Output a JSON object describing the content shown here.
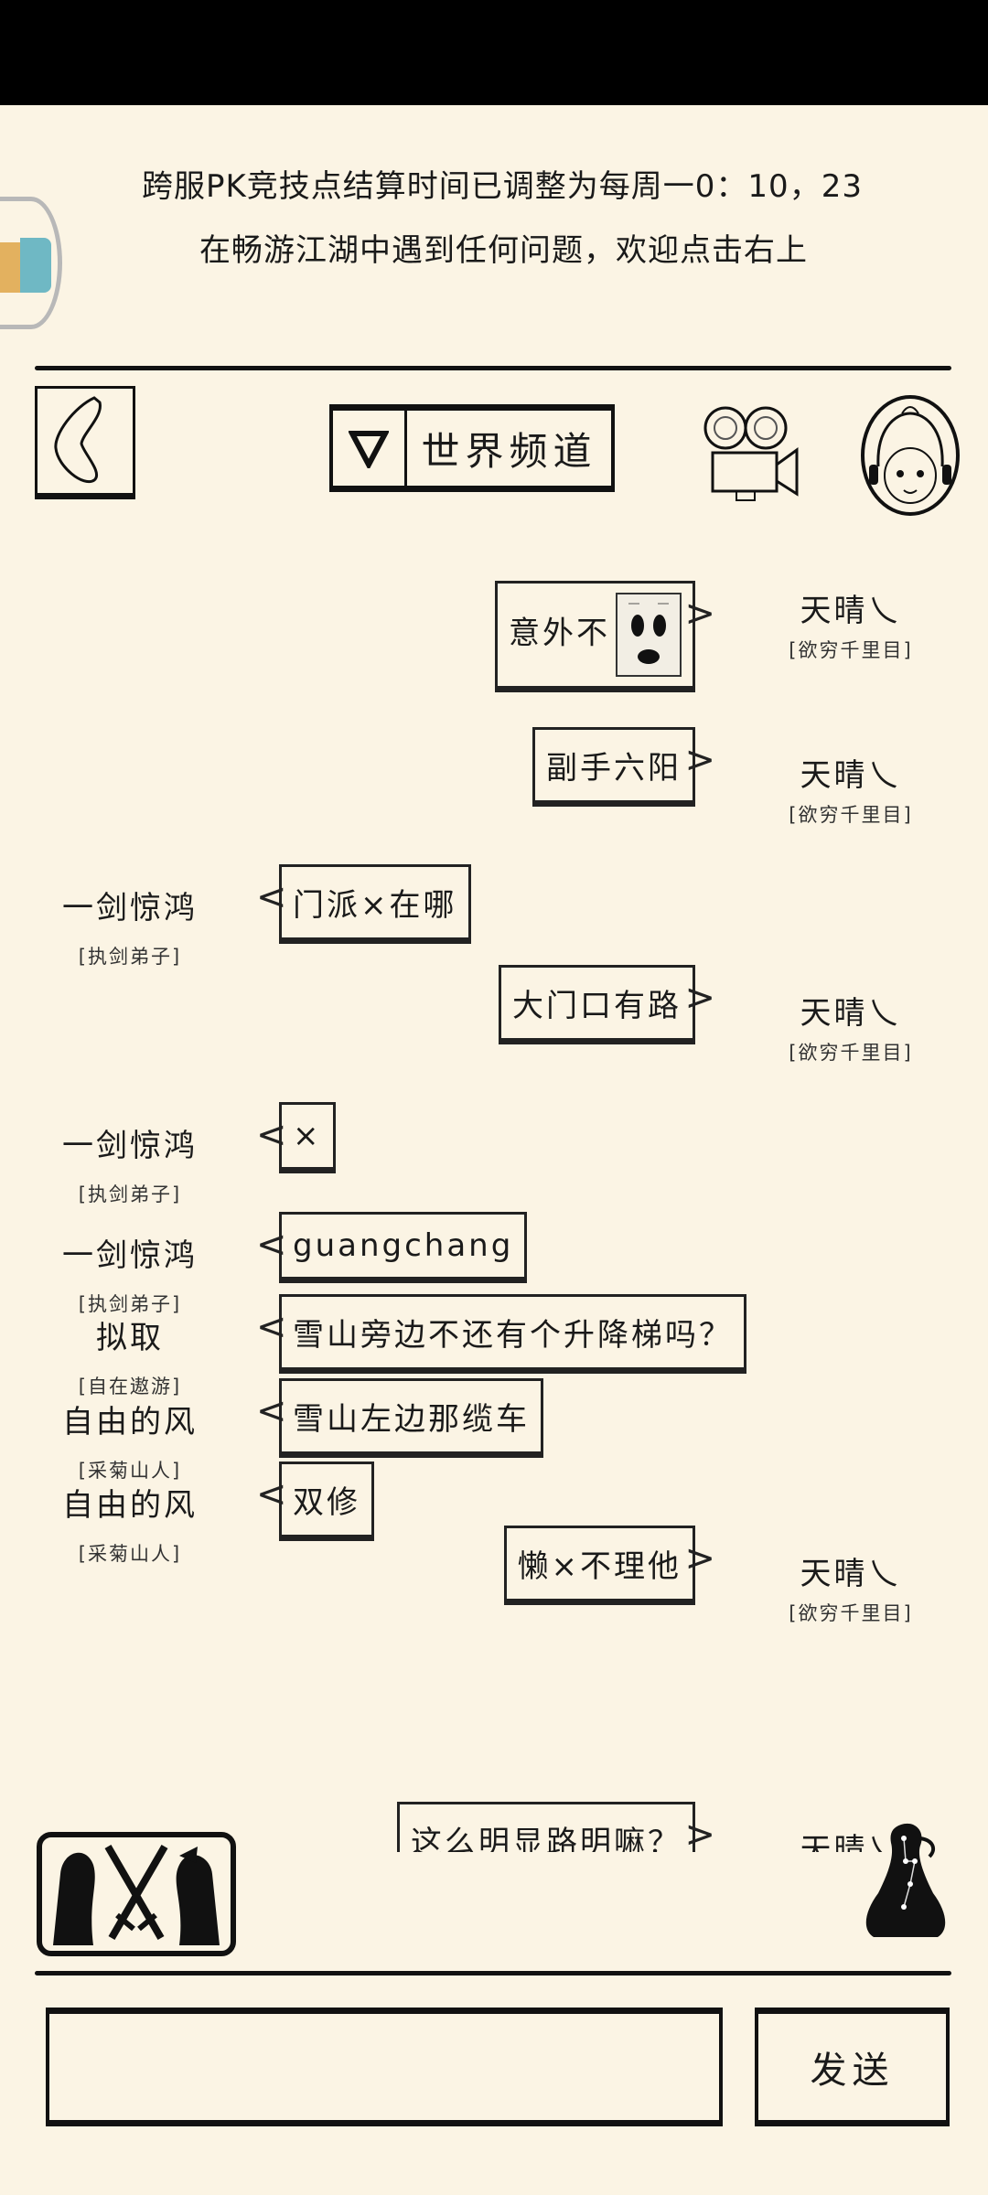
{
  "notice": {
    "line1": "跨服PK竞技点结算时间已调整为每周一0：10，23",
    "line2": "在畅游江湖中遇到任何问题，欢迎点击右上"
  },
  "header": {
    "back_icon": "back-arrow-icon",
    "channel_label": "世界频道",
    "channel_dropdown_icon": "triangle-down-icon",
    "video_icon": "movie-camera-icon",
    "avatar_icon": "girl-avatar-icon"
  },
  "messages": [
    {
      "side": "right",
      "name": "天晴乀",
      "title": "[欲穷千里目]",
      "text": "意外不",
      "emoji": "surprised-face-sticker"
    },
    {
      "side": "right",
      "name": "天晴乀",
      "title": "[欲穷千里目]",
      "text": "副手六阳"
    },
    {
      "side": "left",
      "name": "一剑惊鸿",
      "title": "[执剑弟子]",
      "text": "门派×在哪"
    },
    {
      "side": "right",
      "name": "天晴乀",
      "title": "[欲穷千里目]",
      "text": "大门口有路"
    },
    {
      "side": "left",
      "name": "一剑惊鸿",
      "title": "[执剑弟子]",
      "text": "×"
    },
    {
      "side": "left",
      "name": "一剑惊鸿",
      "title": "[执剑弟子]",
      "text": "guangchang"
    },
    {
      "side": "left",
      "name": "拟取",
      "title": "[自在遨游]",
      "text": "雪山旁边不还有个升降梯吗？"
    },
    {
      "side": "left",
      "name": "自由的风",
      "title": "[采菊山人]",
      "text": "雪山左边那缆车"
    },
    {
      "side": "left",
      "name": "自由的风",
      "title": "[采菊山人]",
      "text": "双修"
    },
    {
      "side": "right",
      "name": "天晴乀",
      "title": "[欲穷千里目]",
      "text": "懒×不理他"
    },
    {
      "side": "right",
      "name": "天晴乀",
      "title": "",
      "text": "这么明显路明嘛？"
    }
  ],
  "footer": {
    "pk_icon": "pk-crossed-swords-icon",
    "character_icon": "constellation-silhouette-icon",
    "input_value": "",
    "send_label": "发送"
  },
  "colors": {
    "background": "#fbf4e4",
    "ink": "#111111",
    "statusbar": "#000000"
  }
}
